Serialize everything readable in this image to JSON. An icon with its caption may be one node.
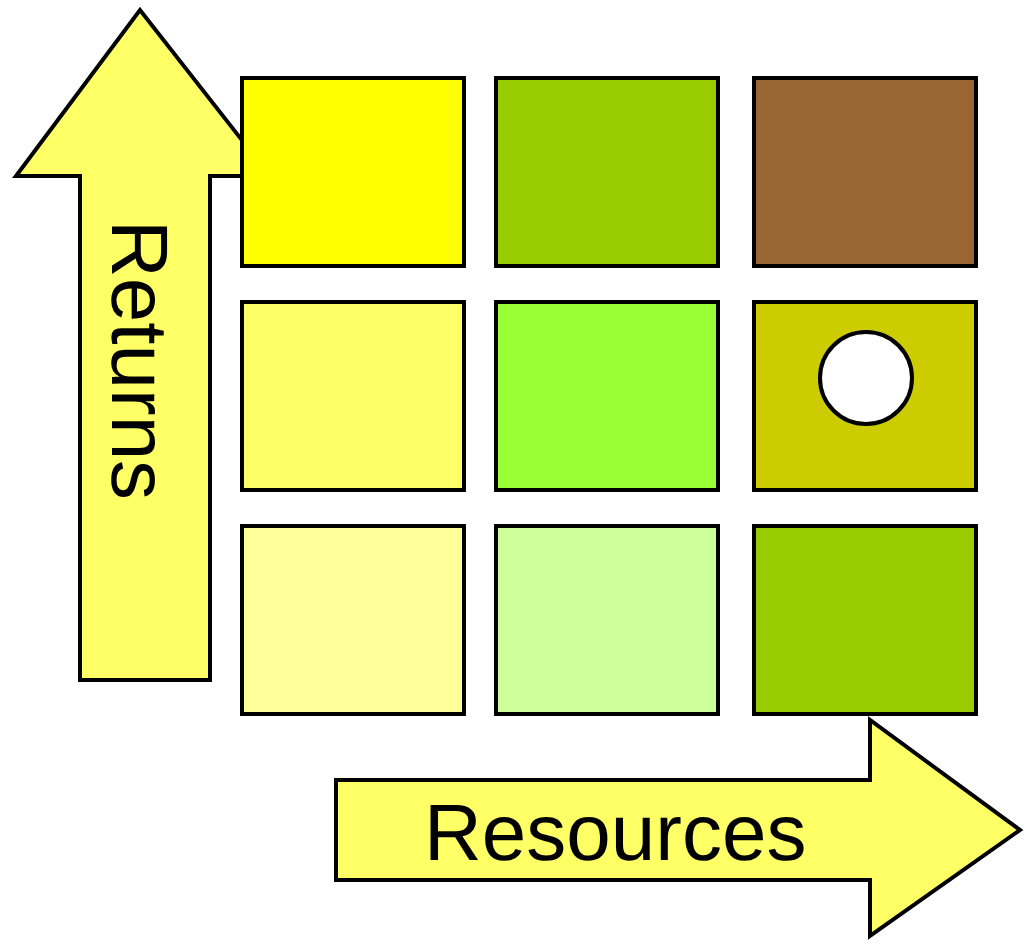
{
  "diagram": {
    "nodes": [
      {
        "text": [],
        "shape": "box"
      },
      {
        "text": [],
        "shape": "box"
      },
      {
        "text": [],
        "shape": "box"
      },
      {
        "text": [],
        "shape": "box"
      },
      {
        "text": [],
        "shape": "box"
      },
      {
        "text": [],
        "shape": "box"
      },
      {
        "text": [],
        "shape": "box"
      },
      {
        "text": [],
        "shape": "box"
      },
      {
        "text": [],
        "shape": "box"
      },
      {
        "text": [],
        "shape": "circle",
        "in": 5
      }
    ],
    "labels": [
      "Returns",
      "Resources"
    ]
  }
}
